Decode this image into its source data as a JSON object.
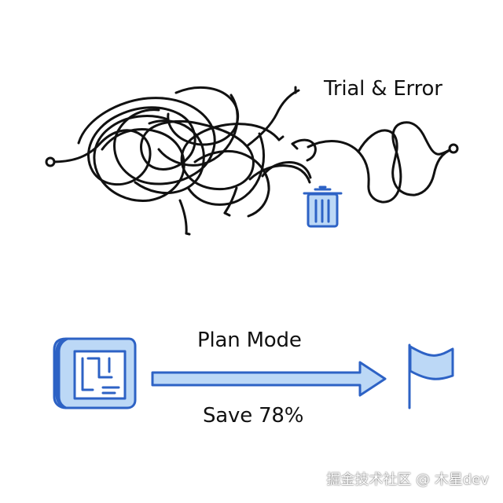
{
  "diagram": {
    "top_label": "Trial & Error",
    "middle_label": "Plan Mode",
    "bottom_label": "Save 78%",
    "watermark": "掘金技术社区 @ 木星dev"
  },
  "colors": {
    "ink": "#111111",
    "accent_fill": "#bcd8f6",
    "accent_stroke": "#2d62c5"
  },
  "icons": {
    "trash": "trash-icon",
    "blueprint": "blueprint-icon",
    "flag": "flag-icon"
  }
}
